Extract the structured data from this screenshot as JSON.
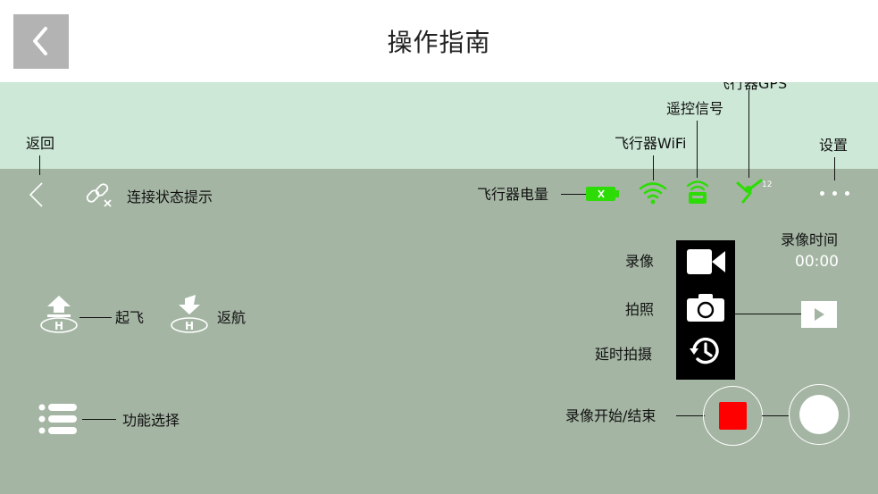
{
  "header": {
    "title": "操作指南",
    "back_icon": "chevron-left-icon"
  },
  "top_annotations": {
    "back": "返回",
    "settings": "设置",
    "aircraft_wifi": "飞行器WiFi",
    "remote_signal": "遥控信号",
    "aircraft_gps": "飞行器GPS",
    "aircraft_battery": "飞行器电量"
  },
  "status_bar": {
    "connection_hint": "连接状态提示",
    "gps_count": "12"
  },
  "left_controls": {
    "takeoff": "起飞",
    "return_home": "返航",
    "function_select": "功能选择"
  },
  "camera_controls": {
    "record": "录像",
    "photo": "拍照",
    "timelapse": "延时拍摄",
    "record_time_label": "录像时间",
    "record_time_value": "00:00",
    "record_start_stop": "录像开始/结束"
  },
  "colors": {
    "header_bg": "#ffffff",
    "light_band": "#cde8d6",
    "dark_area": "#a4b5a3",
    "accent_green": "#2ddc06",
    "record_red": "#ff0000"
  }
}
